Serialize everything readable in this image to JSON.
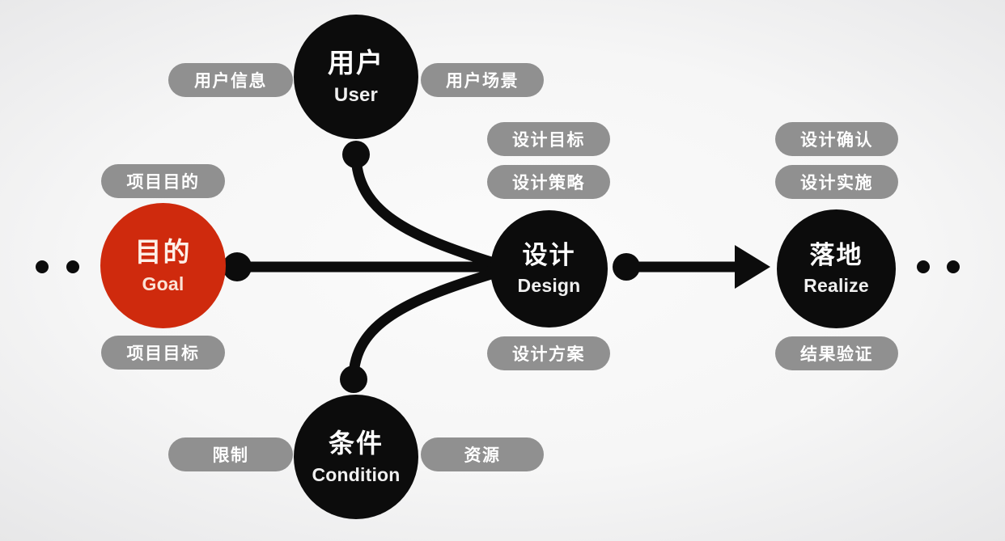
{
  "diagram": {
    "title": "Design process flow: Goal to Design to Realize",
    "background_color": "#f2f2f2",
    "accent_color": "#cf2a0d",
    "node_color": "#0c0c0c",
    "pill_color": "#909090",
    "pill_text_color": "#ffffff"
  },
  "nodes": {
    "goal": {
      "cn": "目的",
      "en": "Goal",
      "color": "#cf2a0d"
    },
    "user": {
      "cn": "用户",
      "en": "User",
      "color": "#0c0c0c"
    },
    "design": {
      "cn": "设计",
      "en": "Design",
      "color": "#0c0c0c"
    },
    "condition": {
      "cn": "条件",
      "en": "Condition",
      "color": "#0c0c0c"
    },
    "realize": {
      "cn": "落地",
      "en": "Realize",
      "color": "#0c0c0c"
    }
  },
  "pills": {
    "goal_top": "项目目的",
    "goal_bottom": "项目目标",
    "user_left": "用户信息",
    "user_right": "用户场景",
    "design_top1": "设计目标",
    "design_top2": "设计策略",
    "design_bottom": "设计方案",
    "realize_top1": "设计确认",
    "realize_top2": "设计实施",
    "realize_bottom": "结果验证",
    "condition_left": "限制",
    "condition_right": "资源"
  },
  "connectors": {
    "goal_to_design": "straight-line",
    "user_to_design": "curve",
    "condition_to_design": "curve",
    "design_to_realize": "arrow"
  },
  "ellipsis": {
    "left_count": 2,
    "right_count": 2
  }
}
